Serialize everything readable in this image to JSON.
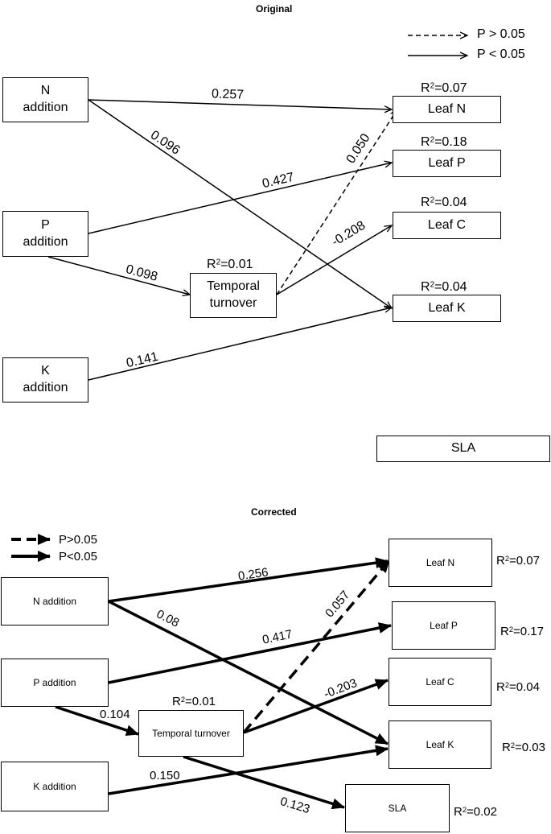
{
  "original": {
    "title": "Original",
    "legend": {
      "nonsig": "P > 0.05",
      "sig": "P < 0.05"
    },
    "nodes": {
      "n_line1": "N",
      "n_line2": "addition",
      "p_line1": "P",
      "p_line2": "addition",
      "k_line1": "K",
      "k_line2": "addition",
      "tt_line1": "Temporal",
      "tt_line2": "turnover",
      "leaf_n": "Leaf N",
      "leaf_p": "Leaf P",
      "leaf_c": "Leaf C",
      "leaf_k": "Leaf K",
      "sla": "SLA"
    },
    "r2": {
      "leaf_n": "=0.07",
      "leaf_p": "=0.18",
      "leaf_c": "=0.04",
      "leaf_k": "=0.04",
      "tt": "=0.01"
    },
    "paths": {
      "n_leafn": "0.257",
      "n_leafk": "0.096",
      "p_leafp": "0.427",
      "p_tt": "0.098",
      "tt_leafn": "0.050",
      "tt_leafc": "-0.208",
      "k_leafk": "0.141"
    }
  },
  "corrected": {
    "title": "Corrected",
    "legend": {
      "nonsig": "P>0.05",
      "sig": "P<0.05"
    },
    "nodes": {
      "n": "N addition",
      "p": "P addition",
      "k": "K addition",
      "tt": "Temporal turnover",
      "leaf_n": "Leaf N",
      "leaf_p": "Leaf P",
      "leaf_c": "Leaf C",
      "leaf_k": "Leaf K",
      "sla": "SLA"
    },
    "r2": {
      "leaf_n": "=0.07",
      "leaf_p": "=0.17",
      "leaf_c": "=0.04",
      "leaf_k": "=0.03",
      "sla": "=0.02",
      "tt": "=0.01"
    },
    "paths": {
      "n_leafn": "0.256",
      "n_leafk": "0.08",
      "p_leafp": "0.417",
      "p_tt": "0.104",
      "tt_leafn": "0.057",
      "tt_leafc": "-0.203",
      "k_leafk": "0.150",
      "tt_sla": "0.123"
    }
  },
  "r2_symbol": "R",
  "r2_exponent": "2"
}
